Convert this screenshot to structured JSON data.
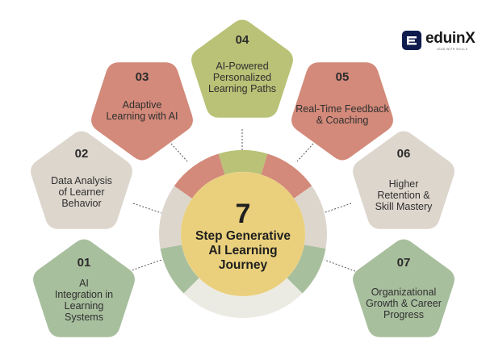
{
  "brand": {
    "name": "eduinX",
    "tagline": "LEAD WITH SKILLS"
  },
  "center": {
    "number": "7",
    "title_lines": [
      "Step Generative",
      "AI Learning",
      "Journey"
    ]
  },
  "steps": [
    {
      "number": "01",
      "lines": [
        "AI",
        "Integration in",
        "Learning",
        "Systems"
      ],
      "color": "#a8bf9e"
    },
    {
      "number": "02",
      "lines": [
        "Data Analysis",
        "of Learner",
        "Behavior"
      ],
      "color": "#ddd6cd"
    },
    {
      "number": "03",
      "lines": [
        "Adaptive",
        "Learning with AI"
      ],
      "color": "#d38a7a"
    },
    {
      "number": "04",
      "lines": [
        "AI-Powered",
        "Personalized",
        "Learning Paths"
      ],
      "color": "#b9c276"
    },
    {
      "number": "05",
      "lines": [
        "Real-Time Feedback",
        "& Coaching"
      ],
      "color": "#d38a7a"
    },
    {
      "number": "06",
      "lines": [
        "Higher",
        "Retention &",
        "Skill Mastery"
      ],
      "color": "#ddd6cd"
    },
    {
      "number": "07",
      "lines": [
        "Organizational",
        "Growth & Career",
        "Progress"
      ],
      "color": "#a8bf9e"
    }
  ],
  "colors": {
    "center_fill": "#ead07c",
    "ring_bottom": "#ecebe3",
    "connector": "#555555",
    "brand_mark": "#0f1b4c"
  }
}
